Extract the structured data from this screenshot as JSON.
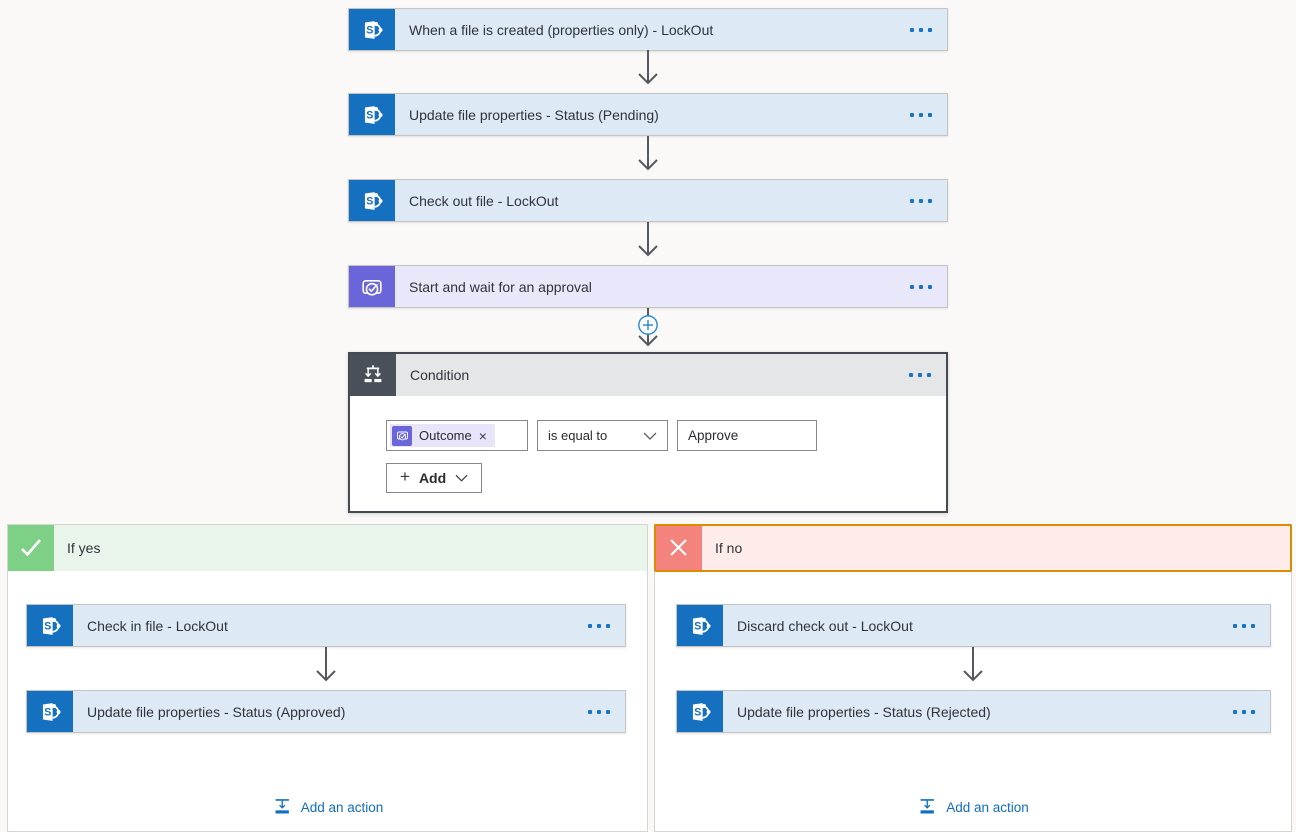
{
  "colors": {
    "accent_blue": "#1873c5",
    "sharepoint_blue": "#1570bf",
    "approval_purple": "#6a65d8",
    "condition_dark": "#4a505a",
    "yes_green": "#7ed087",
    "no_red": "#f5837d",
    "no_border_orange": "#dc8c00"
  },
  "main_flow": {
    "cards": [
      {
        "icon": "sharepoint-icon",
        "title": "When a file is created (properties only) - LockOut"
      },
      {
        "icon": "sharepoint-icon",
        "title": "Update file properties - Status (Pending)"
      },
      {
        "icon": "sharepoint-icon",
        "title": "Check out file - LockOut"
      },
      {
        "icon": "approvals-icon",
        "title": "Start and wait for an approval"
      }
    ]
  },
  "condition": {
    "title": "Condition",
    "row": {
      "token": {
        "icon": "approvals-icon",
        "label": "Outcome",
        "remove_label": "×"
      },
      "operator": {
        "selected": "is equal to"
      },
      "value": "Approve"
    },
    "add_button": {
      "plus": "+",
      "label": "Add"
    }
  },
  "branches": {
    "yes": {
      "label": "If yes",
      "cards": [
        {
          "icon": "sharepoint-icon",
          "title": "Check in file - LockOut"
        },
        {
          "icon": "sharepoint-icon",
          "title": "Update file properties - Status (Approved)"
        }
      ],
      "add_action_label": "Add an action"
    },
    "no": {
      "label": "If no",
      "cards": [
        {
          "icon": "sharepoint-icon",
          "title": "Discard check out - LockOut"
        },
        {
          "icon": "sharepoint-icon",
          "title": "Update file properties - Status (Rejected)"
        }
      ],
      "add_action_label": "Add an action"
    }
  }
}
